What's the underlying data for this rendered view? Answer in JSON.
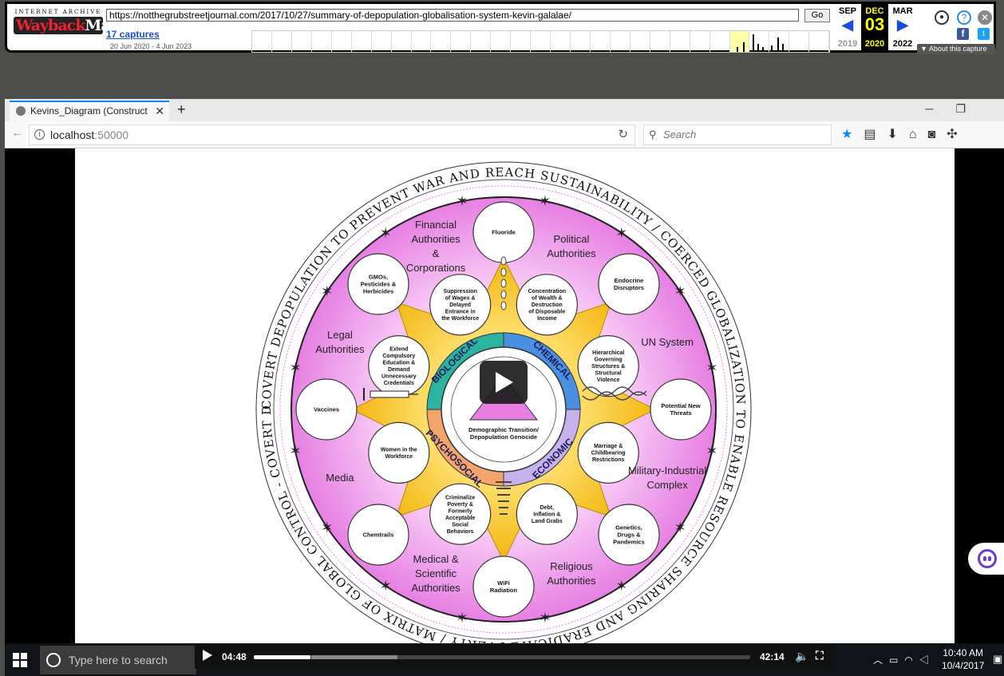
{
  "wayback": {
    "logo_top": "INTERNET ARCHIVE",
    "logo_wayback": "Wayback",
    "logo_machine": "Machine",
    "url": "https://notthegrubstreetjournal.com/2017/10/27/summary-of-depopulation-globalisation-system-kevin-galalae/",
    "go_label": "Go",
    "captures": "17 captures",
    "range": "20 Jun 2020 - 4 Jun 2023",
    "prev_month": "SEP",
    "prev_year": "2019",
    "cur_month": "DEC",
    "cur_day": "03",
    "cur_year": "2020",
    "next_month": "MAR",
    "next_year": "2022",
    "about": "About this capture",
    "colors": {
      "current_bg": "#000000",
      "current_text": "#ffff00",
      "link": "#1a4dd6"
    },
    "icons": [
      "user-icon",
      "help-icon",
      "close-icon",
      "facebook-icon",
      "twitter-icon"
    ]
  },
  "browser": {
    "tab_title": "Kevins_Diagram (Construct",
    "new_tab": "+",
    "address_host": "localhost",
    "address_port": ":50000",
    "search_placeholder": "Search",
    "accent": "#0a84ff"
  },
  "diagram": {
    "outer_ring_text": "COVERT DEPOPULATION TO PREVENT WAR AND REACH SUSTAINABILITY / COERCED GLOBALIZATION TO ENABLE RESOURCE SHARING AND ERADICATE PVERTY / MATRIX OF GLOBAL CONTROL - COVERT DEPOPULATION AND COERCED GLOBALIZATION /",
    "authorities": [
      "Financial Authorities & Corporations",
      "Political Authorities",
      "UN System",
      "Military-Industrial Complex",
      "Religious Authorities",
      "Medical & Scientific Authorities",
      "Media",
      "Legal Authorities"
    ],
    "outer_nodes": [
      "Fluoride",
      "Endocrine Disruptors",
      "Potential New Threats",
      "Genetics, Drugs & Pandemics",
      "WiFi Radiation",
      "Chemtrails",
      "Vaccines",
      "GMOs, Pesticides & Herbicides"
    ],
    "inner_nodes": [
      "Concentration of Wealth & Destruction of Disposable Income",
      "Hierarchical Governing Structures & Structural Violence",
      "Marriage & Childbearing Restrictions",
      "Debt, Inflation & Land Grabs",
      "Criminalize Poverty & Formerly Acceptable Social Behaviors",
      "Women in the Workforce",
      "Extend Compulsory Education & Demand Unnecessary Credentials",
      "Suppression of Wages & Delayed Entrance in the Workforce"
    ],
    "quadrants": [
      "BIOLOGICAL",
      "CHEMICAL",
      "ECONOMIC",
      "PSYCHOSOCIAL"
    ],
    "center_text": "Demographic Transition/ Depopulation Genocide",
    "colors": {
      "outer": "#e77fe3",
      "petal": "#f3c01a",
      "biological": "#2bb3a0",
      "chemical": "#4a8fe0",
      "economic": "#c7b2ee",
      "psychosocial": "#f2a46a"
    }
  },
  "player": {
    "current_time": "04:48",
    "duration": "42:14",
    "progress": 0.114,
    "buffered_start": 0.115,
    "buffered_end": 0.29
  },
  "taskbar": {
    "search_placeholder": "Type here to search",
    "time": "10:40 AM",
    "date": "10/4/2017"
  }
}
